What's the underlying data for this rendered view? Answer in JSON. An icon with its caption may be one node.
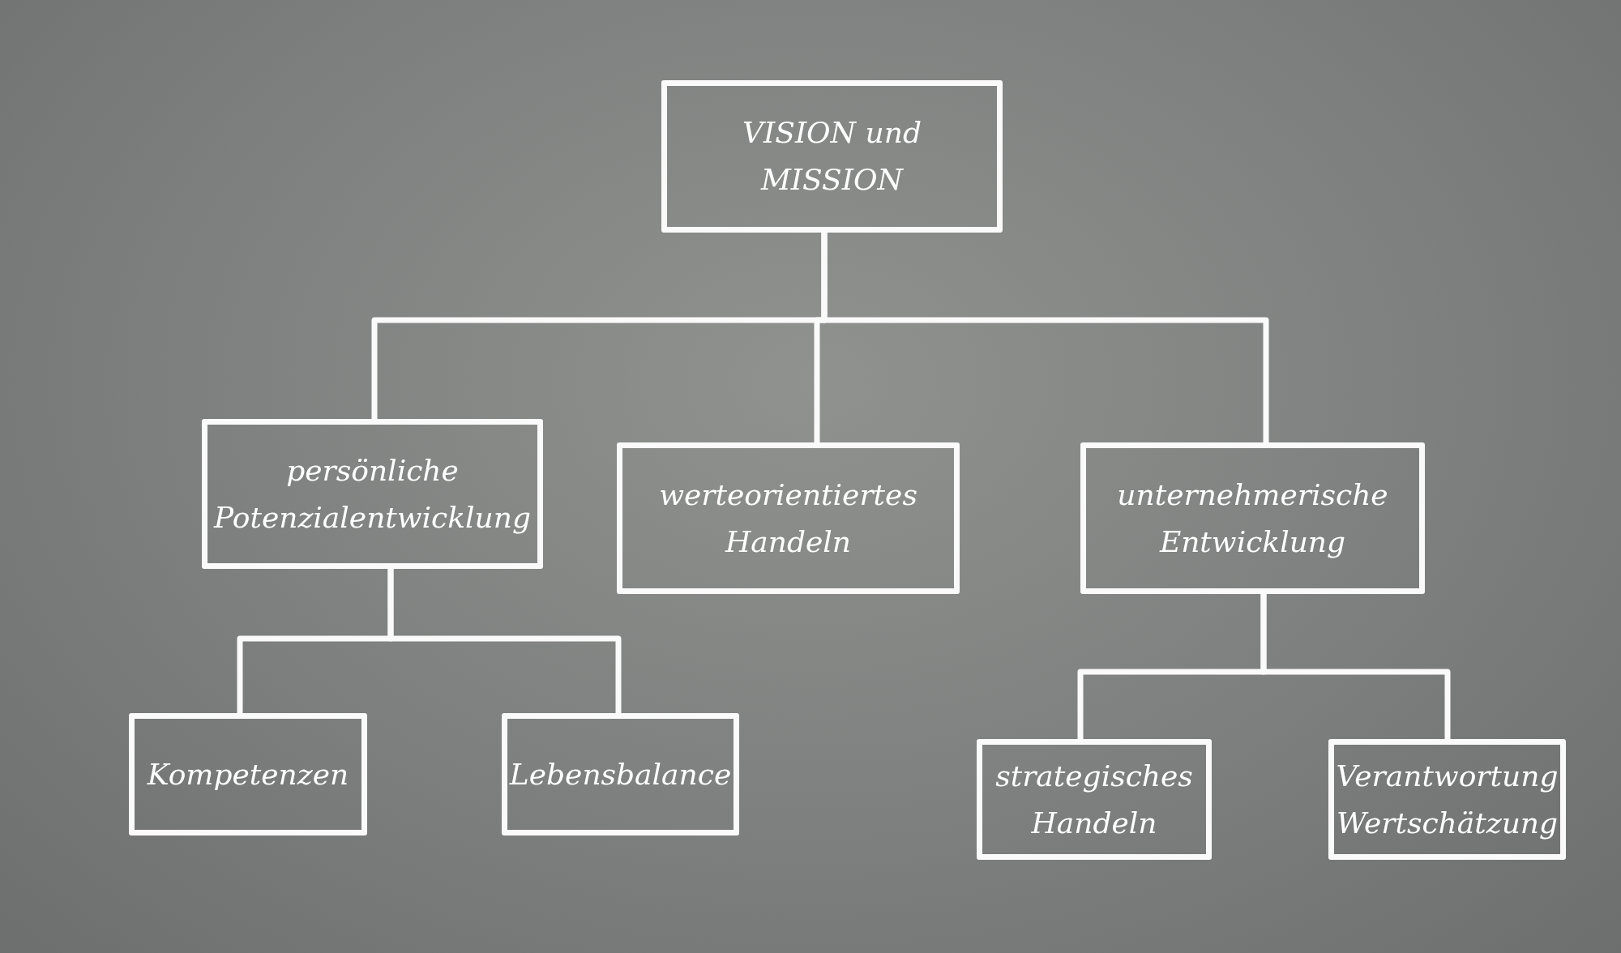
{
  "diagram": {
    "nodes": [
      {
        "text": [
          "VISION und MISSION"
        ]
      },
      {
        "text": [
          "persönliche Potenzialentwicklung"
        ]
      },
      {
        "text": [
          "werteorientiertes Handeln"
        ]
      },
      {
        "text": [
          "unternehmerische Entwicklung"
        ]
      },
      {
        "text": [
          "Kompetenzen"
        ]
      },
      {
        "text": [
          "Lebensbalance"
        ]
      },
      {
        "text": [
          "strategisches Handeln"
        ]
      },
      {
        "text": [
          "Verantwortung Wertschätzung"
        ]
      }
    ],
    "edges": [
      {
        "from": 0,
        "to": 1,
        "arrow": "none"
      },
      {
        "from": 0,
        "to": 2,
        "arrow": "none"
      },
      {
        "from": 0,
        "to": 3,
        "arrow": "none"
      },
      {
        "from": 1,
        "to": 4,
        "arrow": "none"
      },
      {
        "from": 1,
        "to": 5,
        "arrow": "none"
      },
      {
        "from": 3,
        "to": 6,
        "arrow": "none"
      },
      {
        "from": 3,
        "to": 7,
        "arrow": "none"
      }
    ]
  }
}
